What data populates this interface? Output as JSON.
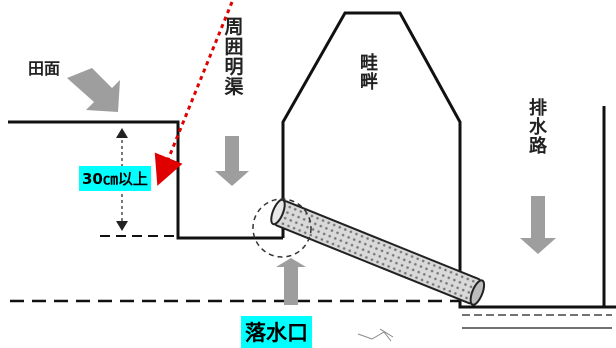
{
  "labels": {
    "field": "田面",
    "open_channel": "周囲明渠",
    "levee": "畦畔",
    "drainage": "排水路",
    "depth": "30㎝以上",
    "outlet": "落水口"
  },
  "colors": {
    "line": "#111111",
    "arrow": "#9e9e9e",
    "pointer": "#e00000",
    "highlight": "#00ffff",
    "pipe_fill": "#d6d6d6"
  }
}
